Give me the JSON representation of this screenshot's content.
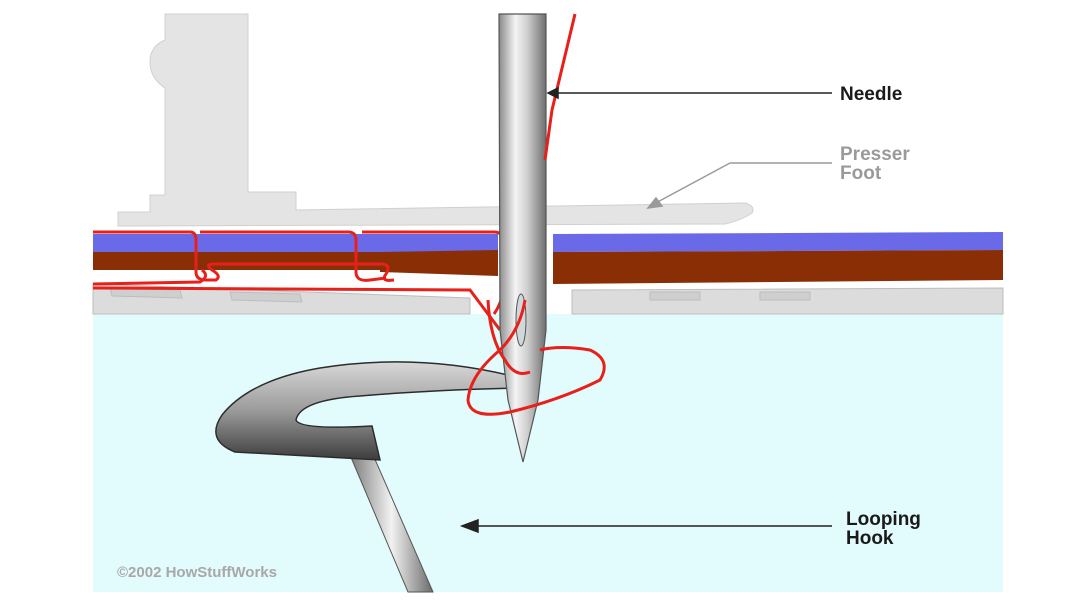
{
  "labels": {
    "needle": "Needle",
    "presser_foot_line1": "Presser",
    "presser_foot_line2": "Foot",
    "looping_hook_line1": "Looping",
    "looping_hook_line2": "Hook"
  },
  "copyright": "©2002 HowStuffWorks",
  "colors": {
    "thread": "#e8201a",
    "fabric_top": "#6a6ae8",
    "fabric_bottom": "#8a2f05",
    "machine_body": "#e4e4e4",
    "bed": "#e2fbfd"
  }
}
